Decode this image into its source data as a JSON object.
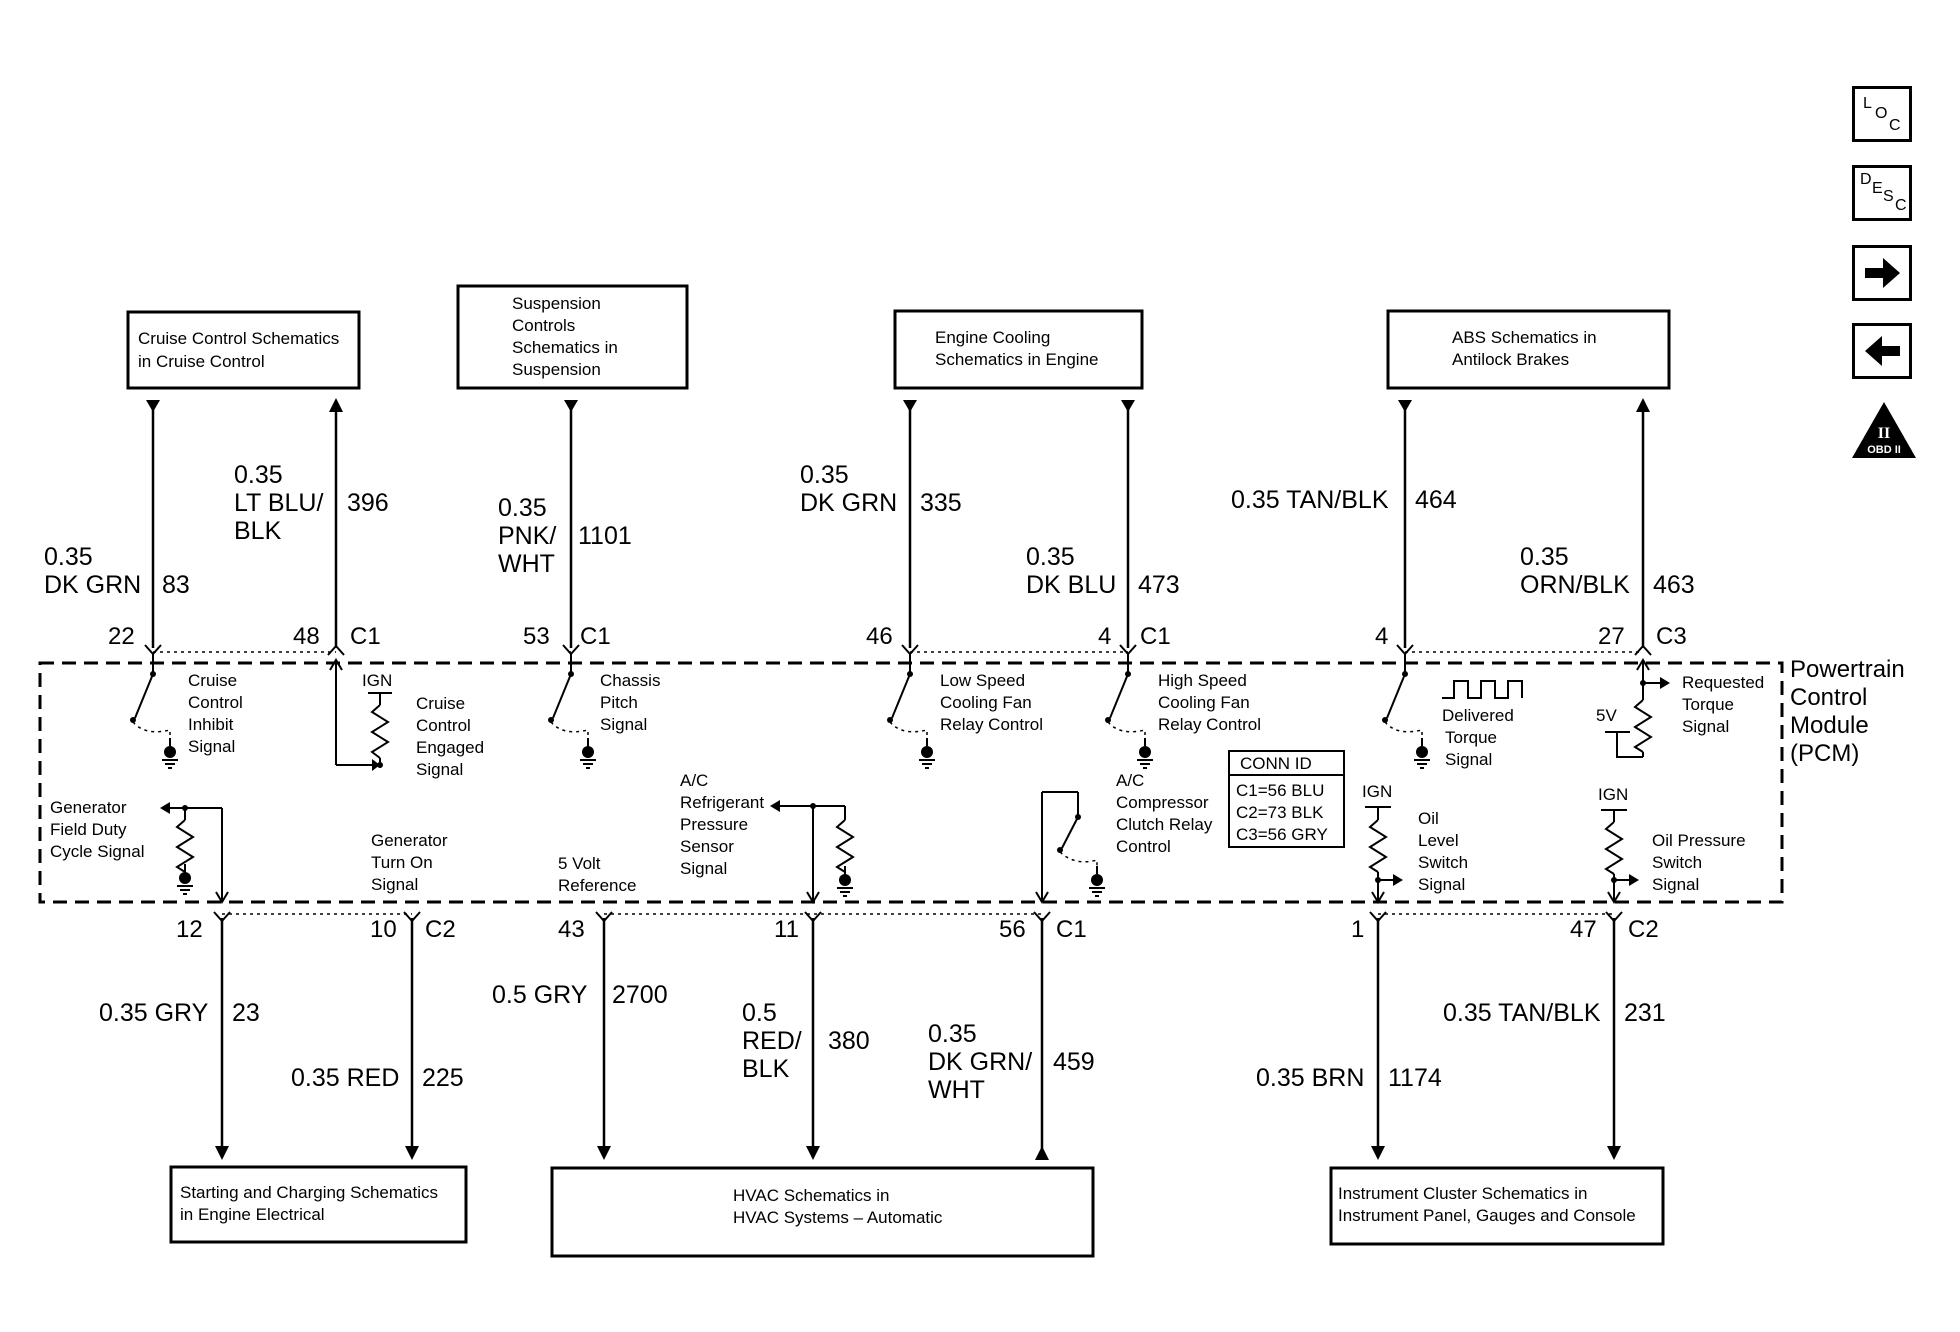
{
  "boxes": {
    "cruise": [
      "Cruise Control Schematics",
      "in Cruise Control"
    ],
    "suspension": [
      "Suspension",
      "Controls",
      "Schematics in",
      "Suspension"
    ],
    "engine_cooling": [
      "Engine Cooling",
      "Schematics in Engine"
    ],
    "abs": [
      "ABS Schematics in",
      "Antilock Brakes"
    ],
    "starting": [
      "Starting and Charging Schematics",
      "in Engine Electrical"
    ],
    "hvac": [
      "HVAC Schematics in",
      "HVAC Systems – Automatic"
    ],
    "instrument": [
      "Instrument Cluster Schematics in",
      "Instrument Panel, Gauges and Console"
    ]
  },
  "wires": {
    "w83": {
      "size": "0.35",
      "color": "DK GRN",
      "circuit": "83",
      "pin": "22"
    },
    "w396": {
      "size": "0.35",
      "color": [
        "LT BLU/",
        "BLK"
      ],
      "circuit": "396",
      "pin": "48",
      "conn": "C1"
    },
    "w1101": {
      "size": "0.35",
      "color": [
        "PNK/",
        "WHT"
      ],
      "circuit": "1101",
      "pin": "53",
      "conn": "C1"
    },
    "w335": {
      "size": "0.35",
      "color": "DK GRN",
      "circuit": "335",
      "pin": "46"
    },
    "w473": {
      "size": "0.35",
      "color": "DK BLU",
      "circuit": "473",
      "pin": "4",
      "conn": "C1"
    },
    "w464": {
      "label": "0.35 TAN/BLK",
      "circuit": "464",
      "pin": "4"
    },
    "w463": {
      "size": "0.35",
      "color": "ORN/BLK",
      "circuit": "463",
      "pin": "27",
      "conn": "C3"
    },
    "w23": {
      "label": "0.35 GRY",
      "circuit": "23",
      "pin": "12"
    },
    "w225": {
      "label": "0.35 RED",
      "circuit": "225",
      "pin": "10",
      "conn": "C2"
    },
    "w2700": {
      "label": "0.5 GRY",
      "circuit": "2700",
      "pin": "43"
    },
    "w380": {
      "size": "0.5",
      "color": [
        "RED/",
        "BLK"
      ],
      "circuit": "380",
      "pin": "11"
    },
    "w459": {
      "size": "0.35",
      "color": [
        "DK GRN/",
        "WHT"
      ],
      "circuit": "459",
      "pin": "56",
      "conn": "C1"
    },
    "w1174": {
      "label": "0.35 BRN",
      "circuit": "1174",
      "pin": "1"
    },
    "w231": {
      "label": "0.35 TAN/BLK",
      "circuit": "231",
      "pin": "47",
      "conn": "C2"
    }
  },
  "signals": {
    "cruise_inhibit": [
      "Cruise",
      "Control",
      "Inhibit",
      "Signal"
    ],
    "cruise_engaged": [
      "Cruise",
      "Control",
      "Engaged",
      "Signal"
    ],
    "chassis_pitch": [
      "Chassis",
      "Pitch",
      "Signal"
    ],
    "low_speed_fan": [
      "Low Speed",
      "Cooling Fan",
      "Relay Control"
    ],
    "high_speed_fan": [
      "High Speed",
      "Cooling Fan",
      "Relay Control"
    ],
    "delivered_torque": [
      "Delivered",
      "Torque",
      "Signal"
    ],
    "requested_torque": [
      "Requested",
      "Torque",
      "Signal"
    ],
    "generator_field": [
      "Generator",
      "Field Duty",
      "Cycle Signal"
    ],
    "generator_turn_on": [
      "Generator",
      "Turn On",
      "Signal"
    ],
    "five_volt_ref": [
      "5 Volt",
      "Reference"
    ],
    "ac_pressure": [
      "A/C",
      "Refrigerant",
      "Pressure",
      "Sensor",
      "Signal"
    ],
    "ac_clutch": [
      "A/C",
      "Compressor",
      "Clutch Relay",
      "Control"
    ],
    "oil_level": [
      "Oil",
      "Level",
      "Switch",
      "Signal"
    ],
    "oil_pressure": [
      "Oil Pressure",
      "Switch",
      "Signal"
    ]
  },
  "labels": {
    "ign": "IGN",
    "five_v": "5V"
  },
  "conn_id": {
    "title": "CONN ID",
    "rows": [
      "C1=56 BLU",
      "C2=73 BLK",
      "C3=56 GRY"
    ]
  },
  "module": [
    "Powertrain",
    "Control",
    "Module",
    "(PCM)"
  ],
  "sidebar": {
    "loc": [
      "L",
      "O",
      "C"
    ],
    "desc": [
      "D",
      "E",
      "S",
      "C"
    ],
    "obd": "OBD II",
    "obd_roman": "II"
  }
}
